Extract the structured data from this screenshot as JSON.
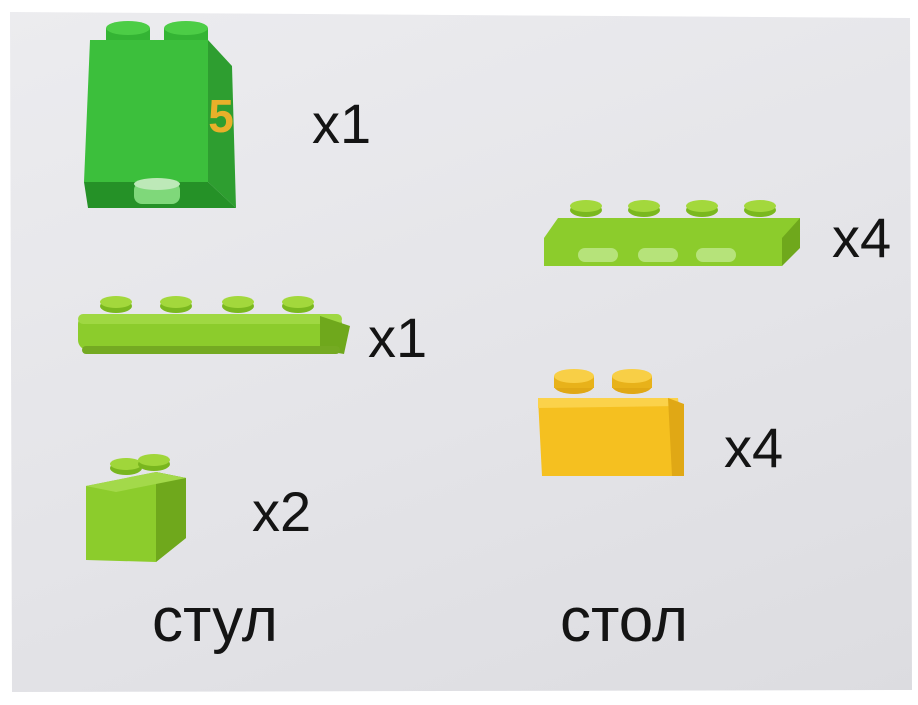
{
  "scene": {
    "background_color": "#e6e6ea",
    "groups": [
      {
        "caption": "стул",
        "bricks": [
          {
            "color": "#3cbf3c",
            "count_label": "x1",
            "marking": "5",
            "marking_color": "#e8b02a"
          },
          {
            "color": "#8ccc2c",
            "count_label": "x1"
          },
          {
            "color": "#8ccc2c",
            "count_label": "x2"
          }
        ]
      },
      {
        "caption": "стол",
        "bricks": [
          {
            "color": "#8ccc2c",
            "count_label": "x4"
          },
          {
            "color": "#f5c020",
            "count_label": "x4"
          }
        ]
      }
    ]
  }
}
